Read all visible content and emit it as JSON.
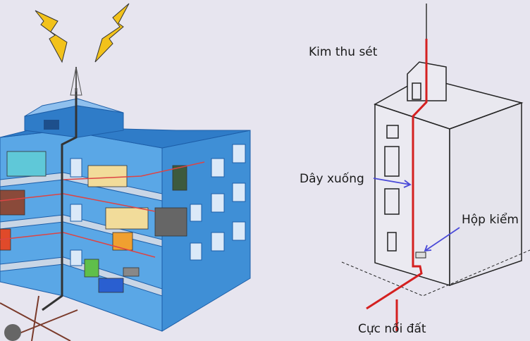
{
  "labels": {
    "air_terminal": "Kim thu sét",
    "down_conductor": "Dây xuống",
    "test_box": "Hộp kiểm",
    "earth_electrode": "Cực nối đất"
  },
  "colors": {
    "background": "#e7e5ef",
    "building_blue": "#3f8fd6",
    "conductor_red": "#d42020",
    "lightning_yellow": "#f2c21b",
    "arrow_blue": "#4a4ad8"
  }
}
